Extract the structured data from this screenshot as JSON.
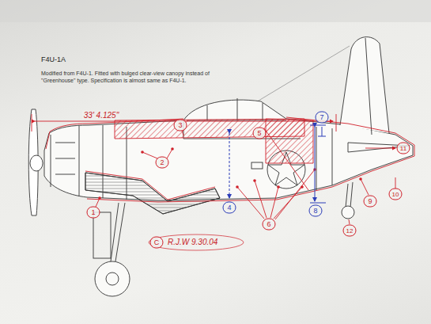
{
  "diagram": {
    "title": "F4U-1A",
    "labels": [
      "Modified from F4U-1. Fitted with bulged clear-view canopy instead of \"Greenhouse\" type. Specification is almost same as F4U-1.",
      "33' 4.125\"",
      "1",
      "2",
      "3",
      "4",
      "5",
      "6",
      "7",
      "8",
      "9",
      "10",
      "11",
      "12",
      "C",
      "R.J.W 9.30.04"
    ]
  }
}
